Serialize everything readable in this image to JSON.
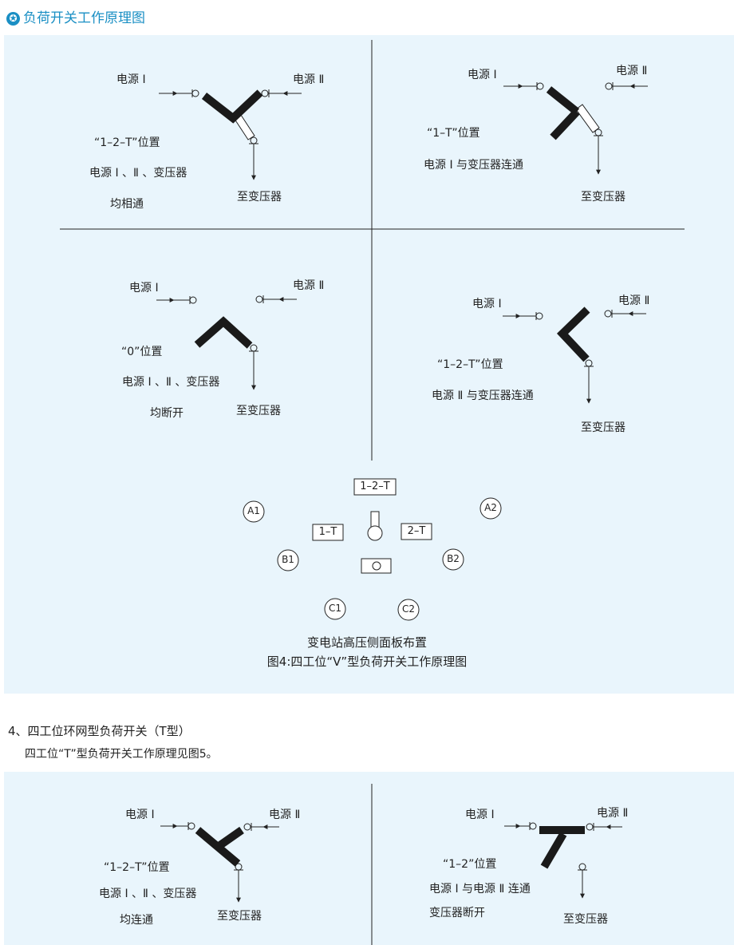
{
  "section": {
    "icon": "star-circle-icon",
    "title": "负荷开关工作原理图"
  },
  "figure4": {
    "q1": {
      "src1": "电源 Ⅰ",
      "src2": "电源 Ⅱ",
      "position": "“1–2–T”位置",
      "desc1": "电源 Ⅰ 、Ⅱ 、变压器",
      "desc2": "均相通",
      "to_transformer": "至变压器"
    },
    "q2": {
      "src1": "电源 Ⅰ",
      "src2": "电源 Ⅱ",
      "position": "“1–T”位置",
      "desc1": "电源 Ⅰ 与变压器连通",
      "to_transformer": "至变压器"
    },
    "q3": {
      "src1": "电源 Ⅰ",
      "src2": "电源 Ⅱ",
      "position": "“0”位置",
      "desc1": "电源 Ⅰ 、Ⅱ 、变压器",
      "desc2": "均断开",
      "to_transformer": "至变压器"
    },
    "q4": {
      "src1": "电源 Ⅰ",
      "src2": "电源 Ⅱ",
      "position": "“1–2–T”位置",
      "desc1": "电源 Ⅱ 与变压器连通",
      "to_transformer": "至变压器"
    },
    "panel_layout": {
      "box_top": "1–2–T",
      "box_left": "1–T",
      "box_right": "2–T",
      "a1": "A1",
      "a2": "A2",
      "b1": "B1",
      "b2": "B2",
      "c1": "C1",
      "c2": "C2"
    },
    "caption1": "变电站高压侧面板布置",
    "caption2": "图4:四工位“V”型负荷开关工作原理图"
  },
  "text": {
    "heading4": "4、四工位环网型负荷开关（T型）",
    "paragraph": "四工位“T”型负荷开关工作原理见图5。"
  },
  "figure5": {
    "q1": {
      "src1": "电源 Ⅰ",
      "src2": "电源 Ⅱ",
      "position": "“1–2–T”位置",
      "desc1": "电源 Ⅰ 、Ⅱ 、变压器",
      "desc2": "均连通",
      "to_transformer": "至变压器"
    },
    "q2": {
      "src1": "电源 Ⅰ",
      "src2": "电源 Ⅱ",
      "position": "“1–2”位置",
      "desc1": "电源 Ⅰ 与电源 Ⅱ 连通",
      "desc2": "变压器断开",
      "to_transformer": "至变压器"
    }
  },
  "colors": {
    "accent": "#1a8fc4",
    "panel_bg": "#e9f5fc",
    "blade": "#1a1a1a"
  }
}
